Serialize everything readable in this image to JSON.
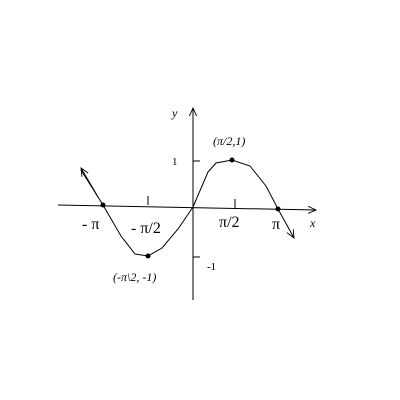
{
  "axes": {
    "x_label": "x",
    "y_label": "y"
  },
  "x_ticks": {
    "neg_pi": "- π",
    "neg_half_pi": "- π/2",
    "half_pi": "π/2",
    "pi": "π"
  },
  "y_ticks": {
    "one": "1",
    "neg_one": "-1"
  },
  "points": {
    "max_label": "(π/2,1)",
    "min_label": "(-π\\2, -1)"
  },
  "chart_data": {
    "type": "line",
    "function": "sin",
    "x_range_units": "radians",
    "key_points": [
      {
        "x": -3.1416,
        "y": 0
      },
      {
        "x": -1.5708,
        "y": -1
      },
      {
        "x": 0,
        "y": 0
      },
      {
        "x": 1.5708,
        "y": 1
      },
      {
        "x": 3.1416,
        "y": 0
      }
    ],
    "x_tick_values": [
      -3.1416,
      -1.5708,
      1.5708,
      3.1416
    ],
    "y_tick_values": [
      1,
      -1
    ]
  }
}
